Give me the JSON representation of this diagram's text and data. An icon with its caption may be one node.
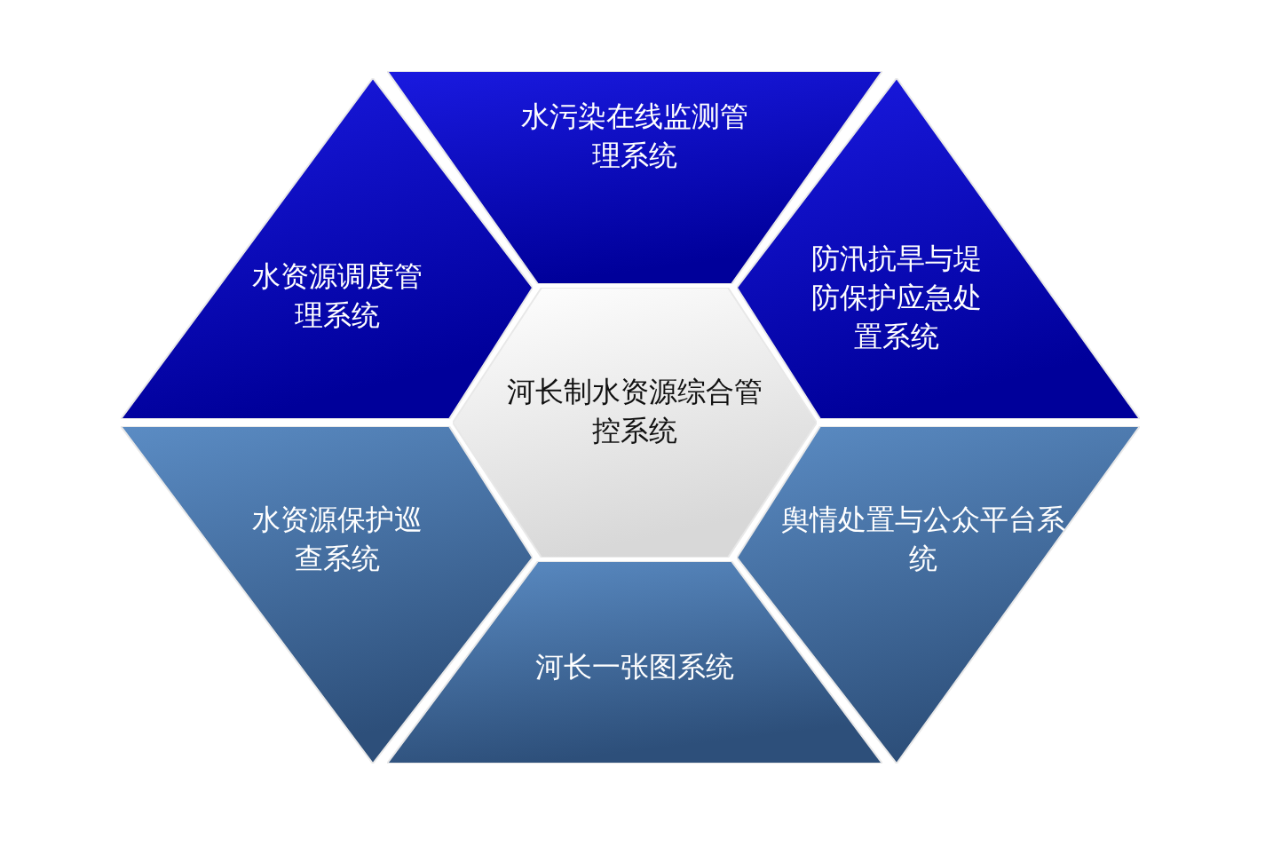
{
  "diagram": {
    "nodes": [
      {
        "text": [
          "水污染在线监测管理系统"
        ]
      },
      {
        "text": [
          "水资源调度管理系统"
        ]
      },
      {
        "text": [
          "防汛抗旱与堤防保护应急处置系统"
        ]
      },
      {
        "text": [
          "河长制水资源综合管控系统"
        ]
      },
      {
        "text": [
          "水资源保护巡查系统"
        ]
      },
      {
        "text": [
          "舆情处置与公众平台系统"
        ]
      },
      {
        "text": [
          "河长一张图系统"
        ]
      }
    ]
  }
}
